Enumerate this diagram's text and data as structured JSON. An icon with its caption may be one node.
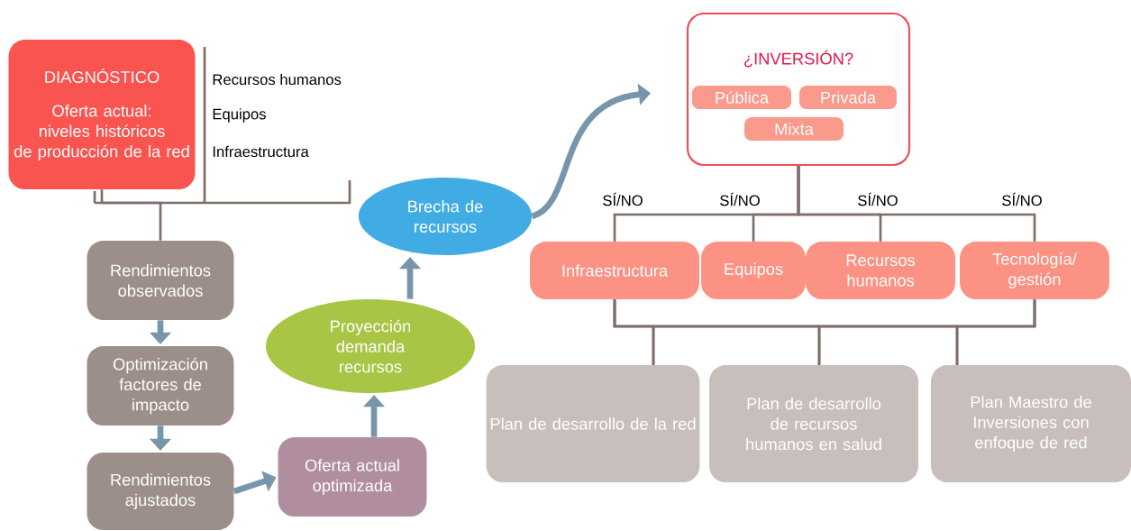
{
  "diagram": {
    "nodes": [
      {
        "text": [
          "DIAGNÓSTICO",
          "Oferta actual: niveles históricos de producción de la red"
        ]
      },
      {
        "text": [
          "Rendimientos observados"
        ]
      },
      {
        "text": [
          "Optimización factores de impacto"
        ]
      },
      {
        "text": [
          "Rendimientos ajustados"
        ]
      },
      {
        "text": [
          "Oferta actual optimizada"
        ]
      },
      {
        "text": [
          "Proyección demanda recursos"
        ]
      },
      {
        "text": [
          "Brecha de recursos"
        ]
      },
      {
        "text": [
          "¿INVERSIÓN?"
        ]
      },
      {
        "text": [
          "Pública"
        ],
        "in": 7
      },
      {
        "text": [
          "Privada"
        ],
        "in": 7
      },
      {
        "text": [
          "Mixta"
        ],
        "in": 7
      },
      {
        "text": [
          "Infraestructura"
        ]
      },
      {
        "text": [
          "Equipos"
        ]
      },
      {
        "text": [
          "Recursos humanos"
        ]
      },
      {
        "text": [
          "Tecnología/ gestión"
        ]
      },
      {
        "text": [
          "Plan de desarrollo de la red"
        ]
      },
      {
        "text": [
          "Plan de desarrollo de recursos humanos en salud"
        ]
      },
      {
        "text": [
          "Plan Maestro de Inversiones con enfoque de red"
        ]
      }
    ],
    "edges": [
      {
        "from": 0,
        "to": 1,
        "arrow": "none"
      },
      {
        "from": 1,
        "to": 2,
        "arrow": "to",
        "style": "thick",
        "color": "#7896ab"
      },
      {
        "from": 2,
        "to": 3,
        "arrow": "to",
        "style": "thick",
        "color": "#7896ab"
      },
      {
        "from": 3,
        "to": 4,
        "arrow": "to",
        "style": "thick",
        "color": "#7896ab"
      },
      {
        "from": 4,
        "to": 5,
        "arrow": "to",
        "style": "thick",
        "color": "#7896ab"
      },
      {
        "from": 5,
        "to": 6,
        "arrow": "to",
        "style": "thick",
        "color": "#7896ab"
      },
      {
        "from": 6,
        "to": 7,
        "arrow": "to",
        "style": "thick",
        "color": "#7896ab"
      },
      {
        "from": 7,
        "to": 11,
        "arrow": "none",
        "label": "SÍ/NO"
      },
      {
        "from": 7,
        "to": 12,
        "arrow": "none",
        "label": "SÍ/NO"
      },
      {
        "from": 7,
        "to": 13,
        "arrow": "none",
        "label": "SÍ/NO"
      },
      {
        "from": 7,
        "to": 14,
        "arrow": "none",
        "label": "SÍ/NO"
      },
      {
        "from": 11,
        "to": 15,
        "arrow": "none"
      },
      {
        "from": 11,
        "to": 16,
        "arrow": "none"
      },
      {
        "from": 11,
        "to": 17,
        "arrow": "none"
      },
      {
        "from": 14,
        "to": 15,
        "arrow": "none"
      },
      {
        "from": 14,
        "to": 16,
        "arrow": "none"
      },
      {
        "from": 14,
        "to": 17,
        "arrow": "none"
      }
    ],
    "labels": [
      "Recursos humanos",
      "Equipos",
      "Infraestructura"
    ]
  }
}
